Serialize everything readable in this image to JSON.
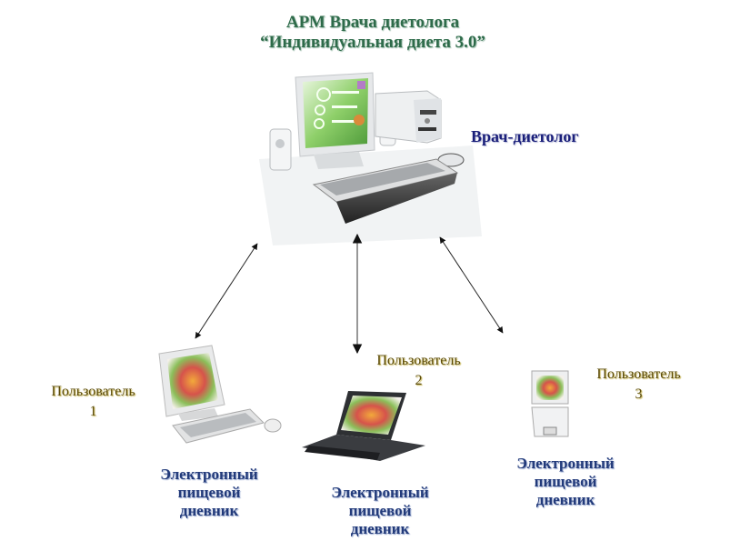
{
  "title": {
    "line1": "АРМ Врача диетолога",
    "line2": "“Индивидуальная диета 3.0”"
  },
  "center_node": {
    "label": "Врач-диетолог",
    "device": "desktop-workstation"
  },
  "users": [
    {
      "label_line1": "Пользователь",
      "label_line2": "1",
      "device": "desktop-pc",
      "diary_lines": [
        "Электронный",
        "пищевой",
        "дневник"
      ]
    },
    {
      "label_line1": "Пользователь",
      "label_line2": "2",
      "device": "laptop",
      "diary_lines": [
        "Электронный",
        "пищевой",
        "дневник"
      ]
    },
    {
      "label_line1": "Пользователь",
      "label_line2": "3",
      "device": "netbook",
      "diary_lines": [
        "Электронный",
        "пищевой",
        "дневник"
      ]
    }
  ],
  "connections": [
    "doctor-user1 bidirectional",
    "doctor-user2 bidirectional",
    "doctor-user3 bidirectional"
  ],
  "colors": {
    "title": "#2e6b4a",
    "doctor_label": "#1a1f7a",
    "user_label": "#5a4a08",
    "diary": "#223a7a",
    "screen_green": "#8fd06a"
  }
}
